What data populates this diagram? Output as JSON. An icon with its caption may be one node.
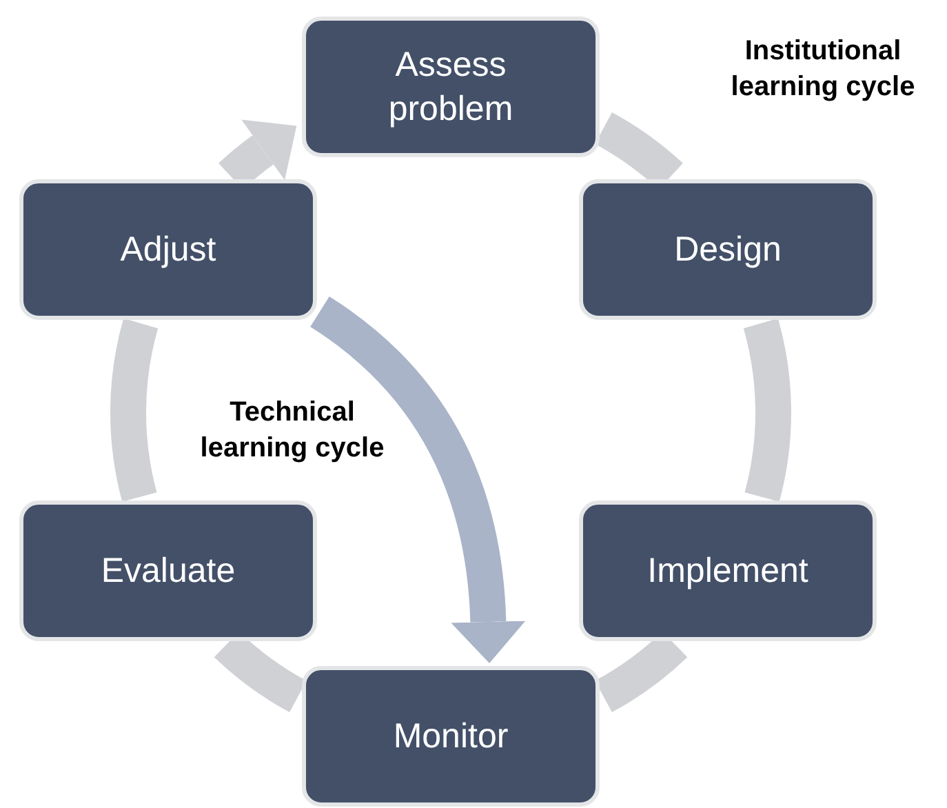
{
  "diagram": {
    "nodes": [
      {
        "text": [
          "Assess problem"
        ]
      },
      {
        "text": [
          "Design"
        ]
      },
      {
        "text": [
          "Implement"
        ]
      },
      {
        "text": [
          "Monitor"
        ]
      },
      {
        "text": [
          "Evaluate"
        ]
      },
      {
        "text": [
          "Adjust"
        ]
      }
    ],
    "edges": [
      {
        "from": 0,
        "to": 1,
        "arrow": "none"
      },
      {
        "from": 1,
        "to": 2,
        "arrow": "none"
      },
      {
        "from": 2,
        "to": 3,
        "arrow": "none"
      },
      {
        "from": 3,
        "to": 4,
        "arrow": "none"
      },
      {
        "from": 4,
        "to": 5,
        "arrow": "none"
      },
      {
        "from": 5,
        "to": 0,
        "arrow": "to"
      },
      {
        "from": 5,
        "to": 3,
        "arrow": "to",
        "color": "#a9b4c8"
      }
    ],
    "labels": [
      "Institutional learning cycle",
      "Technical learning cycle"
    ]
  }
}
